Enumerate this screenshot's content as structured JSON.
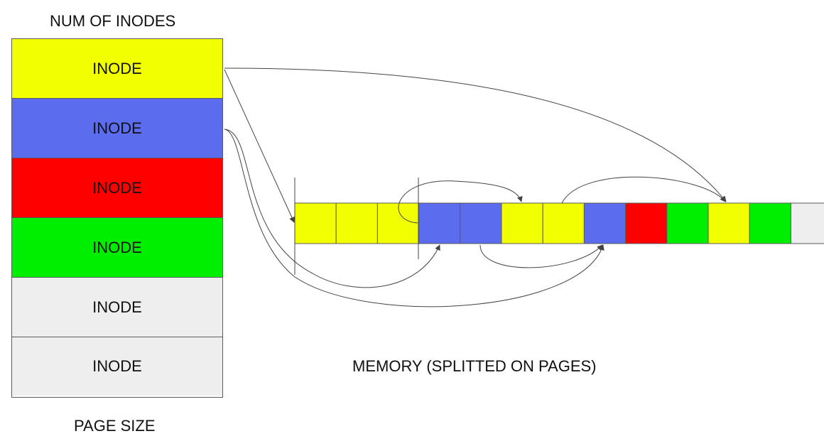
{
  "labels": {
    "num_of_inodes": "NUM OF INODES",
    "page_size": "PAGE SIZE",
    "memory": "MEMORY (SPLITTED ON PAGES)"
  },
  "inodes": [
    {
      "label": "INODE",
      "color": "#f2ff00"
    },
    {
      "label": "INODE",
      "color": "#5b6cef"
    },
    {
      "label": "INODE",
      "color": "#ff0000"
    },
    {
      "label": "INODE",
      "color": "#00ee00"
    },
    {
      "label": "INODE",
      "color": "#eeeeee"
    },
    {
      "label": "INODE",
      "color": "#eeeeee"
    }
  ],
  "memory_pages": [
    {
      "color": "#f2ff00"
    },
    {
      "color": "#f2ff00"
    },
    {
      "color": "#f2ff00"
    },
    {
      "color": "#5b6cef"
    },
    {
      "color": "#5b6cef"
    },
    {
      "color": "#f2ff00"
    },
    {
      "color": "#f2ff00"
    },
    {
      "color": "#5b6cef"
    },
    {
      "color": "#ff0000"
    },
    {
      "color": "#00ee00"
    },
    {
      "color": "#f2ff00"
    },
    {
      "color": "#00ee00"
    },
    {
      "color": "#eeeeee"
    }
  ]
}
